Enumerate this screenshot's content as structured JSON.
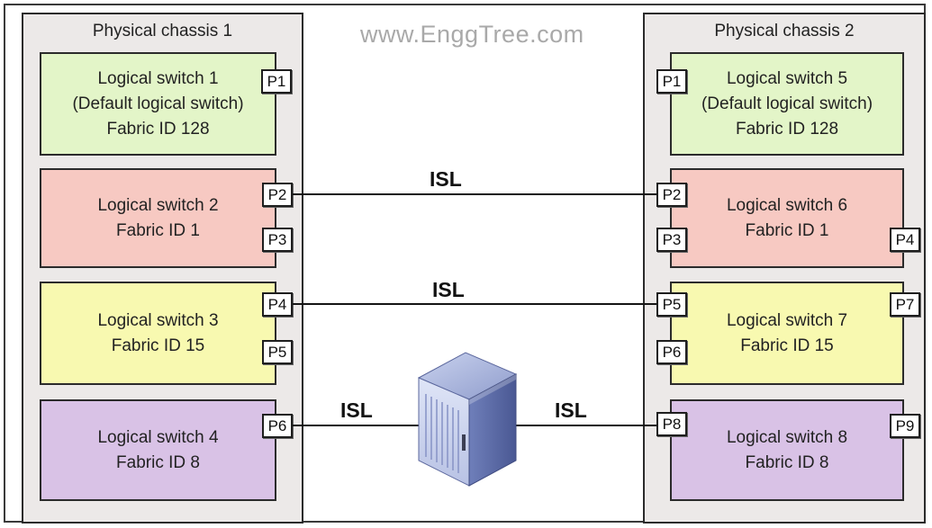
{
  "watermark": "www.EnggTree.com",
  "colors": {
    "chassis_bg": "#ece9e8",
    "switch_default": "#e3f5c8",
    "switch_fabric1": "#f7c9c2",
    "switch_fabric15": "#f8f9b0",
    "switch_fabric8": "#d9c2e6"
  },
  "chassis": [
    {
      "title": "Physical chassis 1",
      "switches": [
        {
          "lines": [
            "Logical switch 1",
            "(Default logical switch)",
            "Fabric ID 128"
          ],
          "ports": [
            "P1"
          ]
        },
        {
          "lines": [
            "Logical switch 2",
            "Fabric ID 1"
          ],
          "ports": [
            "P2",
            "P3"
          ]
        },
        {
          "lines": [
            "Logical switch 3",
            "Fabric ID 15"
          ],
          "ports": [
            "P4",
            "P5"
          ]
        },
        {
          "lines": [
            "Logical switch 4",
            "Fabric ID 8"
          ],
          "ports": [
            "P6"
          ]
        }
      ]
    },
    {
      "title": "Physical chassis 2",
      "switches": [
        {
          "lines": [
            "Logical switch 5",
            "(Default logical switch)",
            "Fabric ID 128"
          ],
          "ports": [
            "P1"
          ]
        },
        {
          "lines": [
            "Logical switch 6",
            "Fabric ID 1"
          ],
          "ports": [
            "P2",
            "P3",
            "P4"
          ]
        },
        {
          "lines": [
            "Logical switch 7",
            "Fabric ID 15"
          ],
          "ports": [
            "P5",
            "P6",
            "P7"
          ]
        },
        {
          "lines": [
            "Logical switch 8",
            "Fabric ID 8"
          ],
          "ports": [
            "P8",
            "P9"
          ]
        }
      ]
    }
  ],
  "links": {
    "isl1": "ISL",
    "isl2": "ISL",
    "isl3": "ISL",
    "isl4": "ISL"
  },
  "icons": {
    "fabric_switch": "fibre-channel-switch-icon"
  }
}
